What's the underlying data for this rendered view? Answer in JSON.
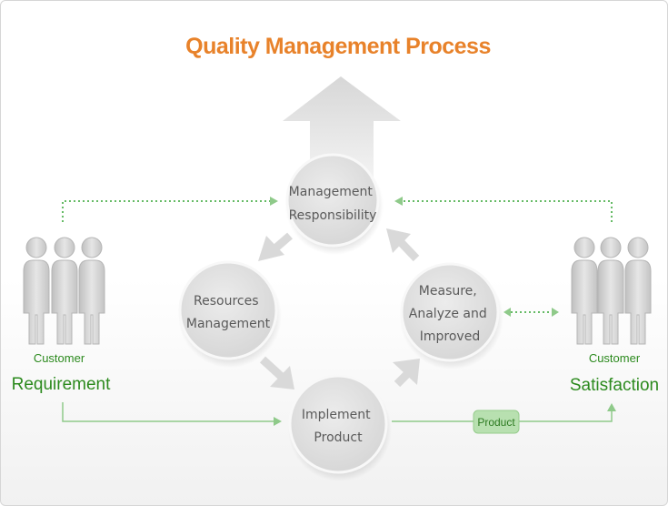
{
  "title": "Quality Management Process",
  "colors": {
    "title": "#e8822a",
    "green_text": "#2c8a1e",
    "dotted_line": "#66bb66",
    "solid_line": "#8fca8a",
    "circle_fill": "#e0e0e0",
    "arrow_grey": "#d9d9d9",
    "people": "#d3d3d3",
    "badge_fill": "#b8e0b0"
  },
  "nodes": {
    "management": [
      "Management",
      "Responsibility"
    ],
    "resources": [
      "Resources",
      "Management"
    ],
    "measure": [
      "Measure,",
      "Analyze and",
      "Improved"
    ],
    "implement": [
      "Implement",
      "Product"
    ]
  },
  "left": {
    "small": "Customer",
    "big": "Requirement",
    "icon": "people-group-icon"
  },
  "right": {
    "small": "Customer",
    "big": "Satisfaction",
    "icon": "people-group-icon"
  },
  "badge": "Product"
}
